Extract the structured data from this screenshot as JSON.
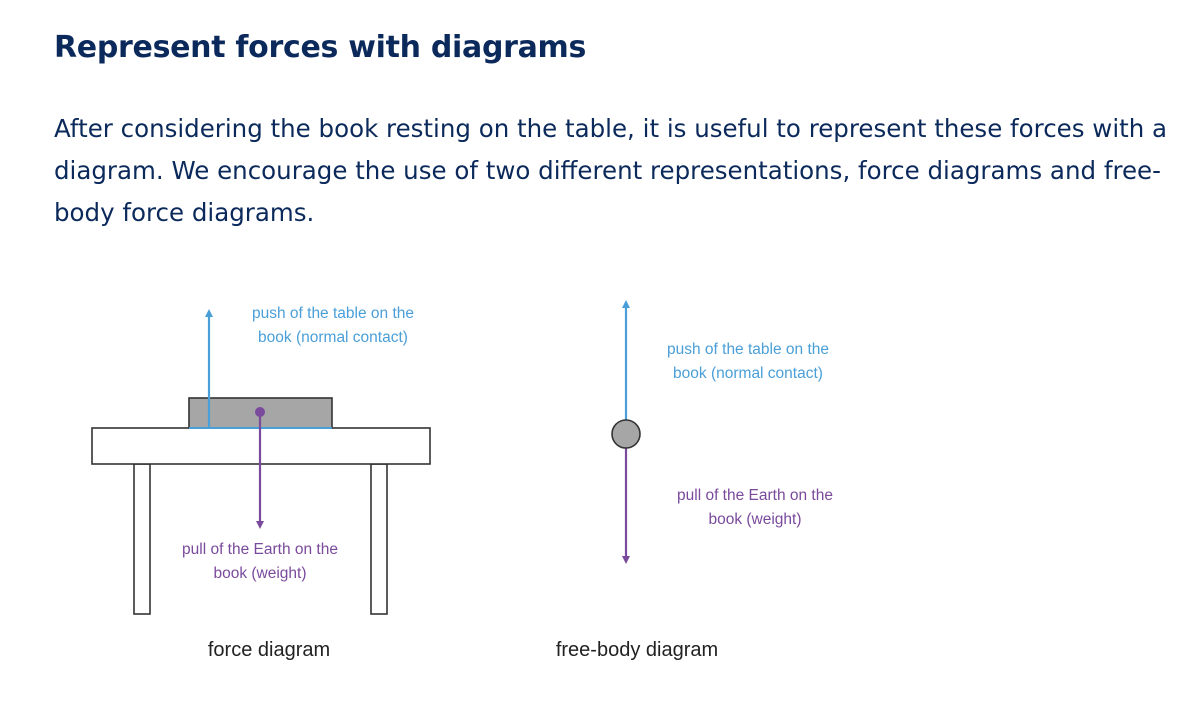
{
  "heading": "Represent forces with diagrams",
  "intro": "After considering the book resting on the table, it is useful to represent these forces with a diagram. We encourage the use of two different representations, force diagrams and free-body force diagrams.",
  "force_diagram": {
    "push_label_line1": "push of the table on the",
    "push_label_line2": "book (normal contact)",
    "pull_label_line1": "pull of the Earth on the",
    "pull_label_line2": "book (weight)",
    "caption": "force diagram"
  },
  "free_body_diagram": {
    "push_label_line1": "push of the table on the",
    "push_label_line2": "book (normal contact)",
    "pull_label_line1": "pull of the Earth on the",
    "pull_label_line2": "book (weight)",
    "caption": "free-body diagram"
  },
  "colors": {
    "heading": "#0b2a5b",
    "push_arrow": "#4a9fd8",
    "pull_arrow": "#7a4a9c",
    "book_fill": "#a6a6a6",
    "outline": "#333333"
  },
  "icons": {
    "arrow_up": "arrow-up-icon",
    "arrow_down": "arrow-down-icon",
    "point_mass": "point-mass-circle"
  }
}
